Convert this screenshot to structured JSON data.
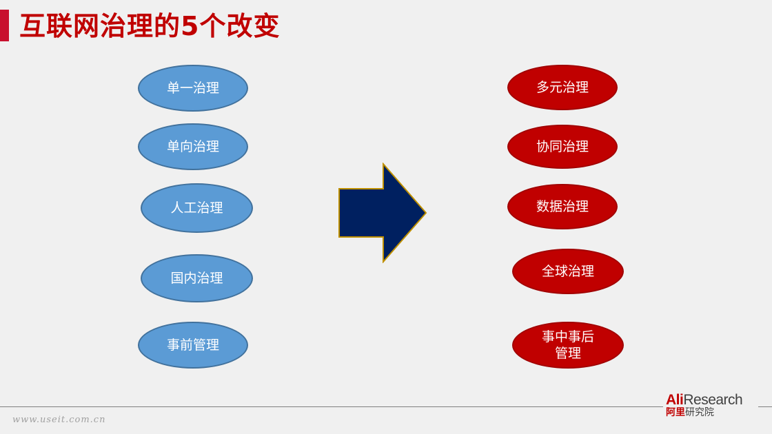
{
  "title": "互联网治理的5个改变",
  "left_items": [
    {
      "label": "单一治理"
    },
    {
      "label": "单向治理"
    },
    {
      "label": "人工治理"
    },
    {
      "label": "国内治理"
    },
    {
      "label": "事前管理"
    }
  ],
  "right_items": [
    {
      "label": "多元治理"
    },
    {
      "label": "协同治理"
    },
    {
      "label": "数据治理"
    },
    {
      "label": "全球治理"
    },
    {
      "label": "事中事后\n管理"
    }
  ],
  "arrow_icon": "right-arrow-icon",
  "colors": {
    "title": "#c00000",
    "left_fill": "#5b9bd5",
    "right_fill": "#c00000",
    "arrow_fill": "#002060",
    "arrow_border": "#bf9000"
  },
  "footer": {
    "watermark": "www.useit.com.cn",
    "logo_ali": "Ali",
    "logo_research": "Research",
    "logo_cn_red": "阿里",
    "logo_cn": "研究院"
  }
}
